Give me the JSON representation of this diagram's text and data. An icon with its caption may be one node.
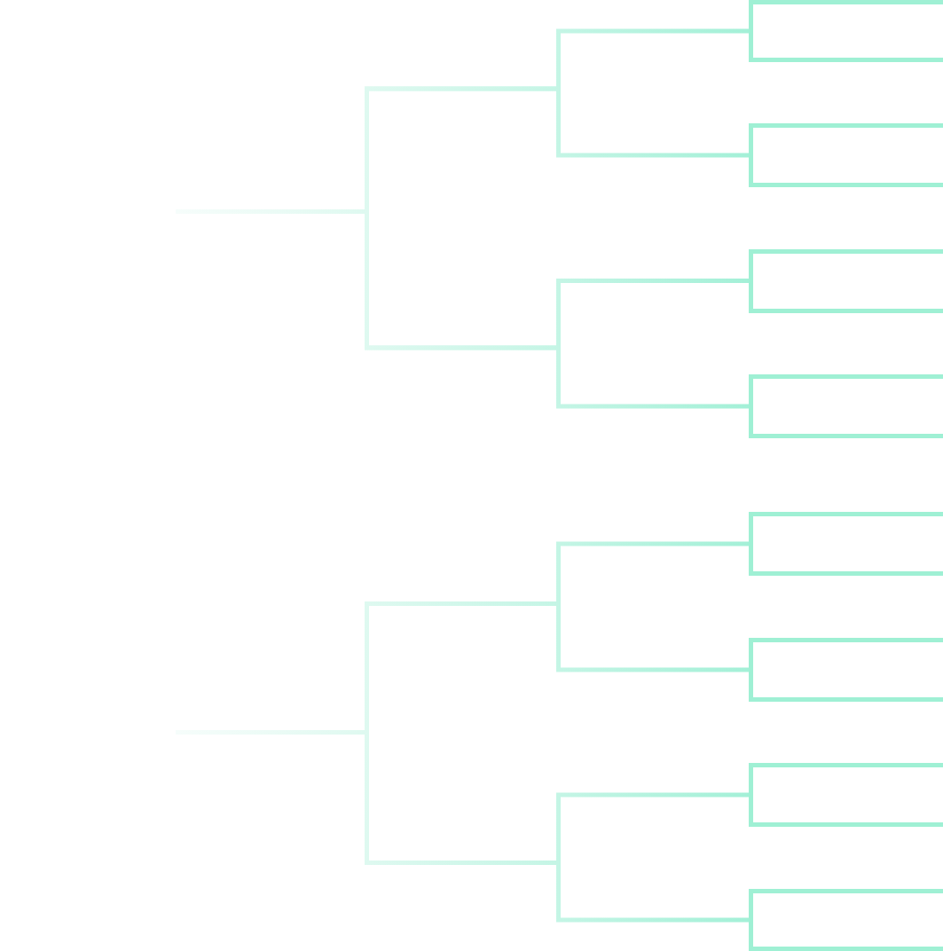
{
  "diagram": {
    "nodes": [
      {
        "text": [],
        "shape": "box"
      },
      {
        "text": [],
        "shape": "box"
      },
      {
        "text": [],
        "shape": "box"
      },
      {
        "text": [],
        "shape": "box"
      },
      {
        "text": [],
        "shape": "box"
      },
      {
        "text": [],
        "shape": "box"
      },
      {
        "text": [],
        "shape": "box"
      },
      {
        "text": [],
        "shape": "box"
      }
    ],
    "edges": [
      {
        "from": null,
        "to": 0,
        "arrow": "none"
      },
      {
        "from": null,
        "to": 1,
        "arrow": "none"
      },
      {
        "from": null,
        "to": 2,
        "arrow": "none"
      },
      {
        "from": null,
        "to": 3,
        "arrow": "none"
      },
      {
        "from": null,
        "to": 4,
        "arrow": "none"
      },
      {
        "from": null,
        "to": 5,
        "arrow": "none"
      },
      {
        "from": null,
        "to": 6,
        "arrow": "none"
      },
      {
        "from": null,
        "to": 7,
        "arrow": "none"
      }
    ]
  }
}
